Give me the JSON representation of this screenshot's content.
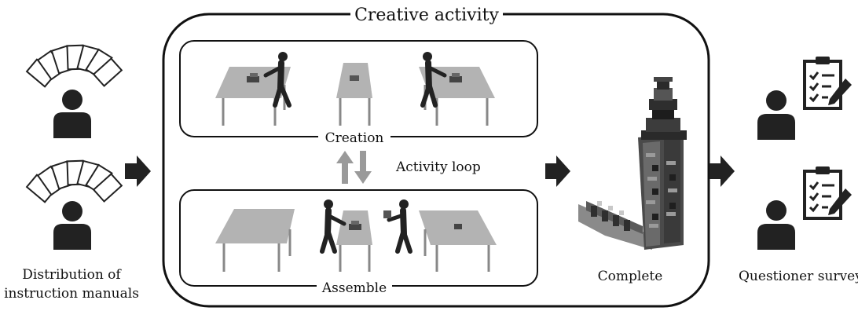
{
  "diagram": {
    "title": "Creative activity",
    "left_caption": {
      "line1": "Distribution of",
      "line2": "instruction manuals"
    },
    "creation_label": "Creation",
    "assemble_label": "Assemble",
    "loop_label": "Activity loop",
    "complete_label": "Complete",
    "survey_label": "Questioner survey"
  }
}
